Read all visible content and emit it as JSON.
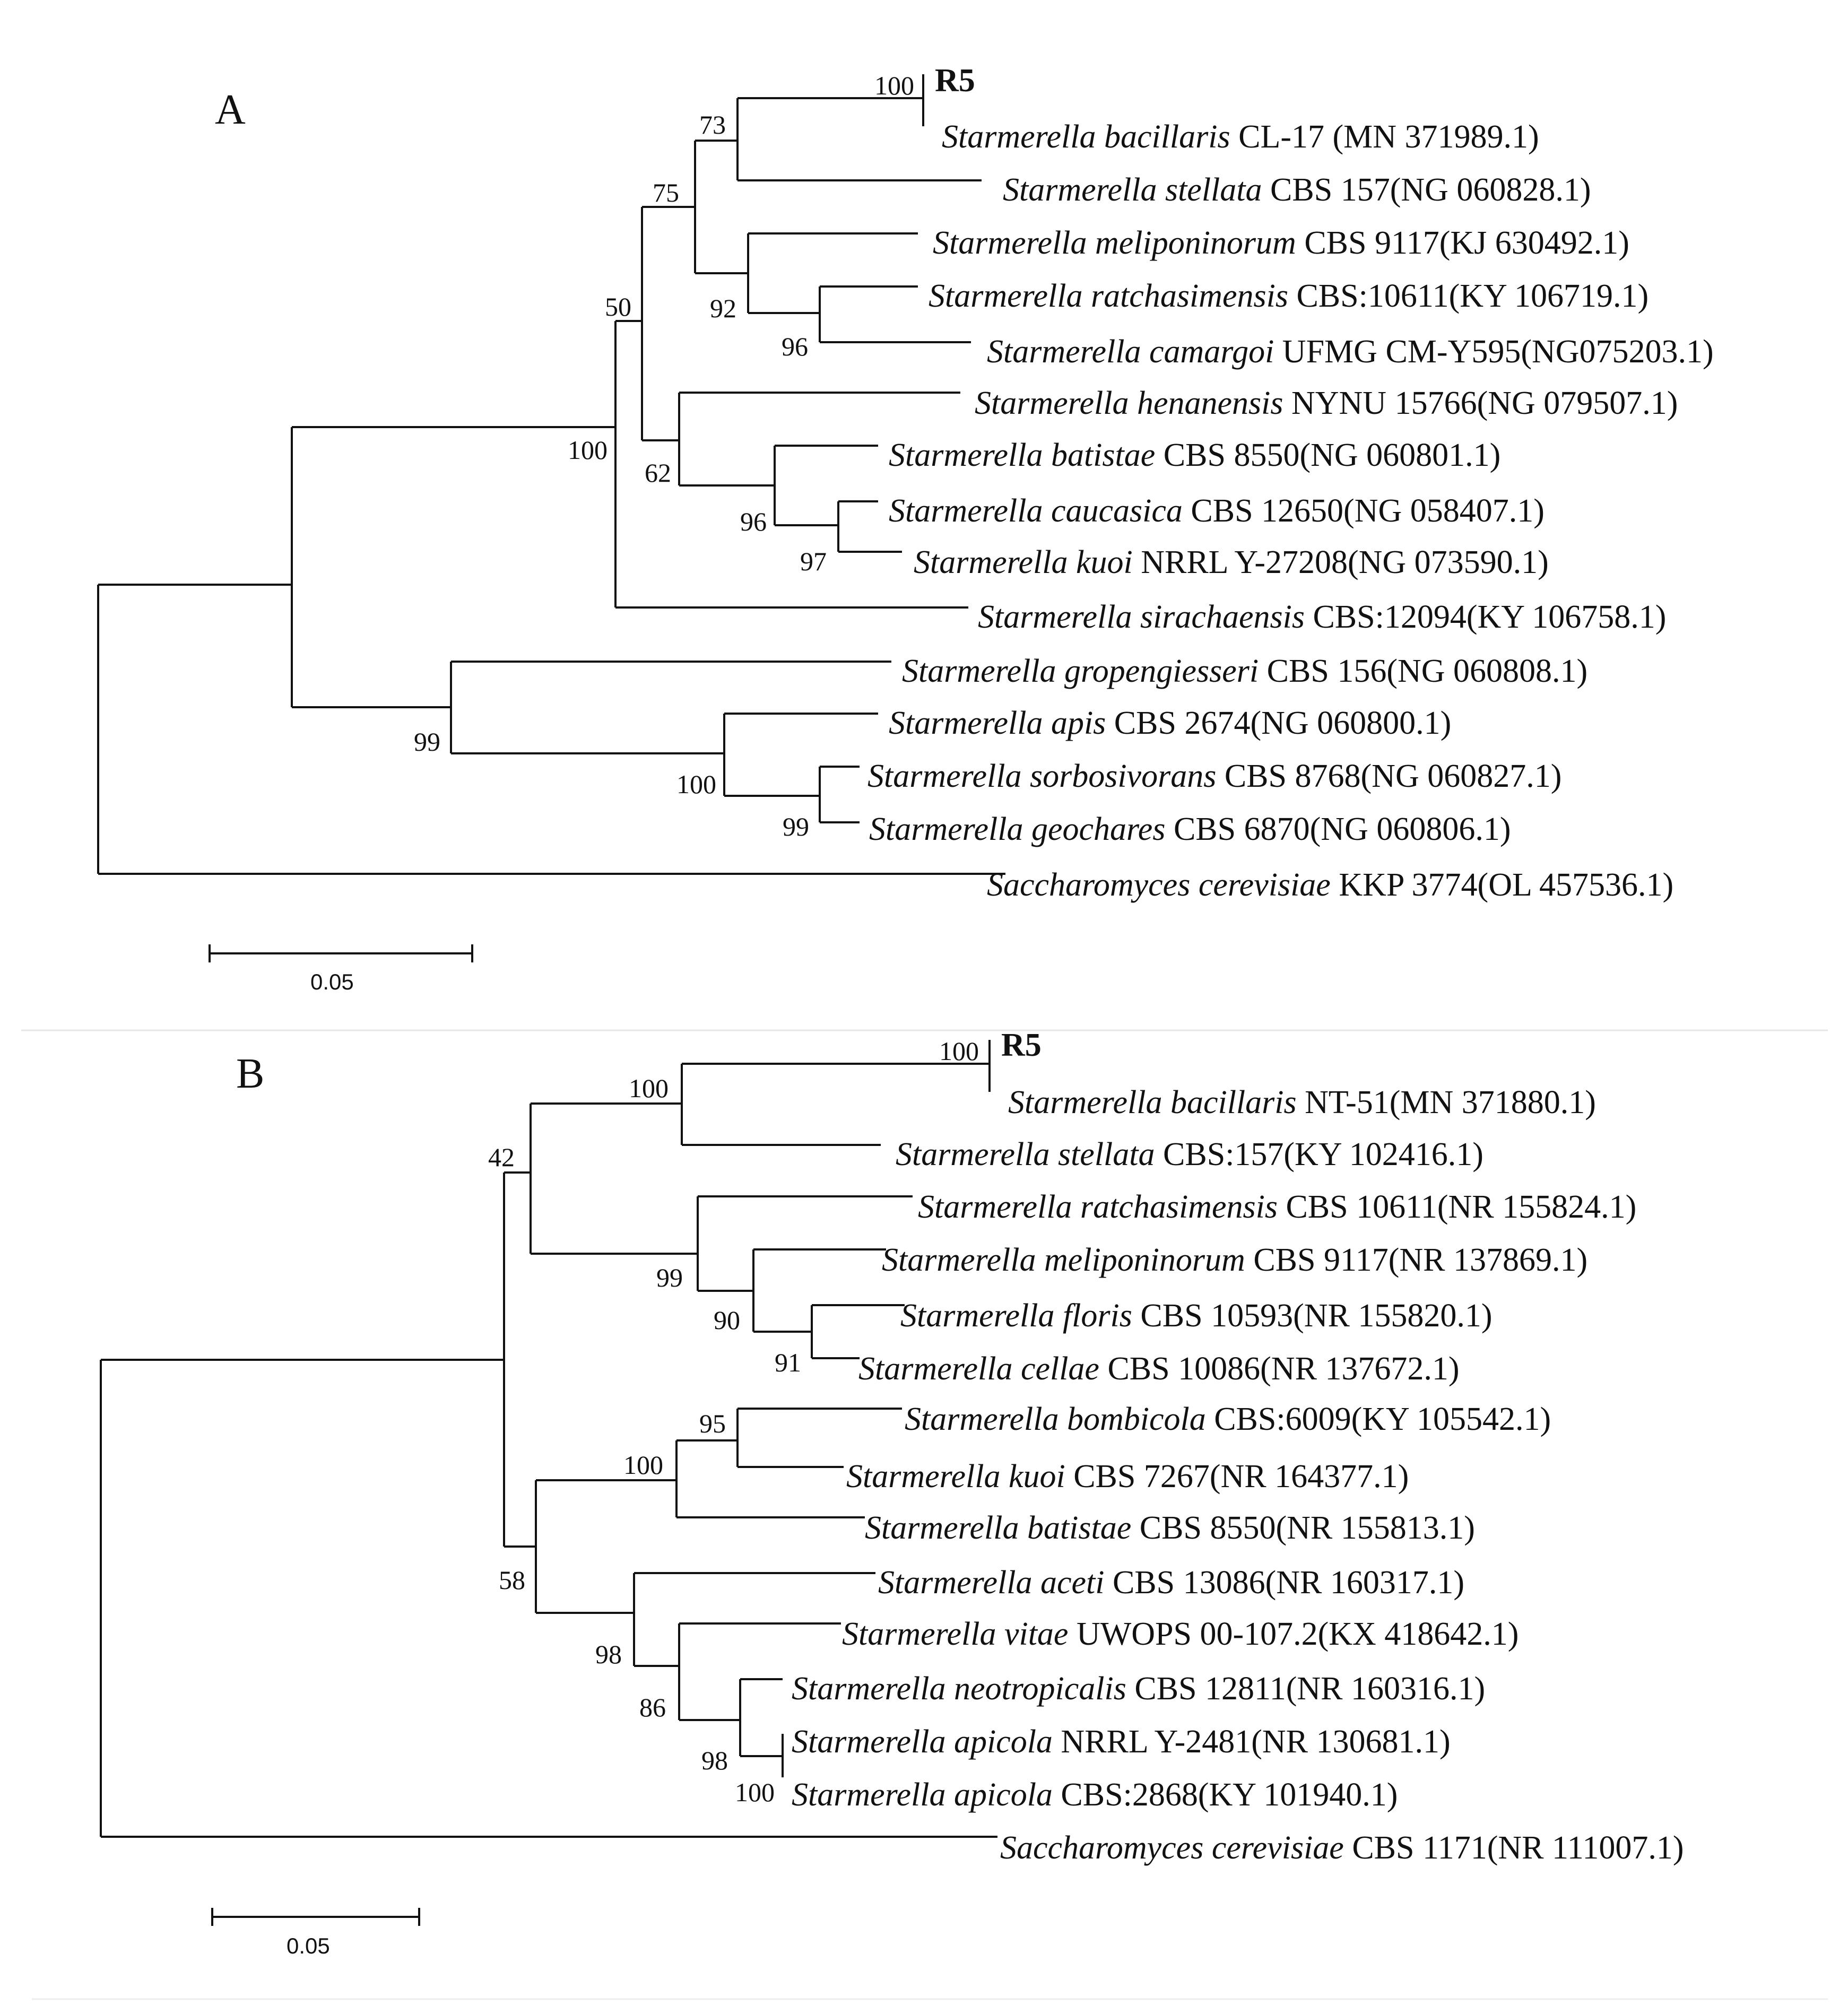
{
  "panels": [
    {
      "id": "A",
      "letter": "A",
      "scale_label": "0.05",
      "leaves": [
        {
          "strain": "R5"
        },
        {
          "species": "Starmerella bacillaris",
          "strain": "CL-17 (MN 371989.1)"
        },
        {
          "species": "Starmerella stellata",
          "strain": "CBS 157(NG 060828.1)"
        },
        {
          "species": "Starmerella meliponinorum",
          "strain": "CBS 9117(KJ 630492.1)"
        },
        {
          "species": "Starmerella ratchasimensis",
          "strain": "CBS:10611(KY 106719.1)"
        },
        {
          "species": "Starmerella camargoi",
          "strain": "UFMG CM-Y595(NG075203.1)"
        },
        {
          "species": "Starmerella henanensis",
          "strain": "NYNU 15766(NG 079507.1)"
        },
        {
          "species": "Starmerella batistae",
          "strain": "CBS 8550(NG 060801.1)"
        },
        {
          "species": "Starmerella caucasica",
          "strain": "CBS 12650(NG 058407.1)"
        },
        {
          "species": "Starmerella kuoi",
          "strain": "NRRL Y-27208(NG 073590.1)"
        },
        {
          "species": "Starmerella sirachaensis",
          "strain": "CBS:12094(KY 106758.1)"
        },
        {
          "species": "Starmerella gropengiesseri",
          "strain": "CBS 156(NG 060808.1)"
        },
        {
          "species": "Starmerella apis",
          "strain": "CBS 2674(NG 060800.1)"
        },
        {
          "species": "Starmerella sorbosivorans",
          "strain": "CBS 8768(NG 060827.1)"
        },
        {
          "species": "Starmerella geochares",
          "strain": "CBS 6870(NG 060806.1)"
        },
        {
          "species": "Saccharomyces cerevisiae",
          "strain": "KKP 3774(OL 457536.1)"
        }
      ],
      "bootstraps": [
        "100",
        "73",
        "75",
        "92",
        "96",
        "50",
        "100",
        "62",
        "96",
        "97",
        "99",
        "100",
        "99"
      ]
    },
    {
      "id": "B",
      "letter": "B",
      "scale_label": "0.05",
      "leaves": [
        {
          "strain": "R5"
        },
        {
          "species": "Starmerella bacillaris",
          "strain": "NT-51(MN 371880.1)"
        },
        {
          "species": "Starmerella stellata",
          "strain": "CBS:157(KY 102416.1)"
        },
        {
          "species": "Starmerella ratchasimensis",
          "strain": "CBS 10611(NR 155824.1)"
        },
        {
          "species": "Starmerella meliponinorum",
          "strain": "CBS 9117(NR 137869.1)"
        },
        {
          "species": "Starmerella floris",
          "strain": "CBS 10593(NR 155820.1)"
        },
        {
          "species": "Starmerella cellae",
          "strain": "CBS 10086(NR 137672.1)"
        },
        {
          "species": "Starmerella bombicola",
          "strain": "CBS:6009(KY 105542.1)"
        },
        {
          "species": "Starmerella kuoi",
          "strain": "CBS 7267(NR 164377.1)"
        },
        {
          "species": "Starmerella batistae",
          "strain": "CBS 8550(NR 155813.1)"
        },
        {
          "species": "Starmerella aceti",
          "strain": "CBS 13086(NR 160317.1)"
        },
        {
          "species": "Starmerella vitae",
          "strain": "UWOPS 00-107.2(KX 418642.1)"
        },
        {
          "species": "Starmerella neotropicalis",
          "strain": "CBS 12811(NR 160316.1)"
        },
        {
          "species": "Starmerella apicola",
          "strain": "NRRL Y-2481(NR 130681.1)"
        },
        {
          "species": "Starmerella apicola",
          "strain": "CBS:2868(KY 101940.1)"
        },
        {
          "species": "Saccharomyces cerevisiae",
          "strain": "CBS 1171(NR 111007.1)"
        }
      ],
      "bootstraps": [
        "100",
        "100",
        "42",
        "99",
        "90",
        "91",
        "95",
        "100",
        "58",
        "98",
        "86",
        "98",
        "100"
      ]
    }
  ]
}
